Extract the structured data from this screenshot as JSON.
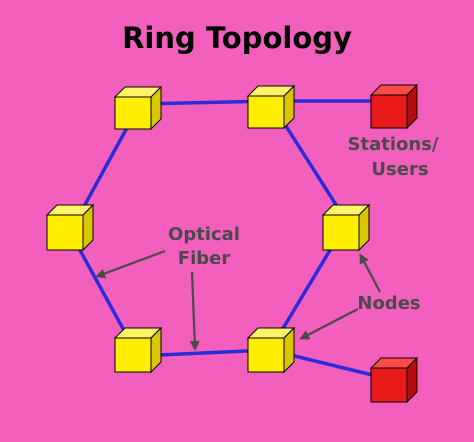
{
  "title": "Ring Topology",
  "labels": {
    "optical_line1": "Optical",
    "optical_line2": "Fiber",
    "stations_line1": "Stations/",
    "stations_line2": "Users",
    "nodes": "Nodes"
  },
  "colors": {
    "background": "#f25fbd",
    "ring_link": "#2b2bd9",
    "node_front": "#ffee00",
    "node_top": "#fff36a",
    "node_side": "#d8c600",
    "station_front": "#e81a1a",
    "station_top": "#ff4a4a",
    "station_side": "#b50d0d",
    "label_text": "#4a4a4a",
    "arrow": "#4a4a4a"
  }
}
